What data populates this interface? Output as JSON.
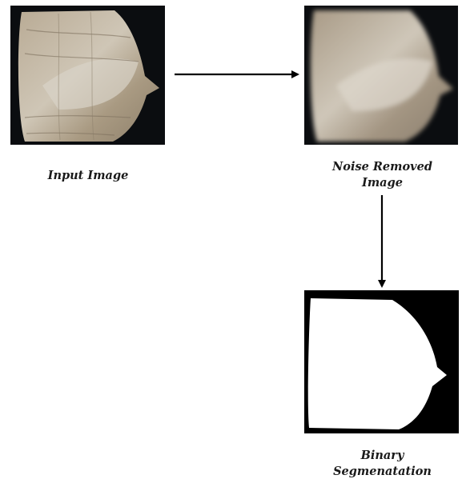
{
  "steps": [
    {
      "id": "input",
      "label": "Input Image"
    },
    {
      "id": "noise_removed",
      "label_line1": "Noise Removed",
      "label_line2": "Image"
    },
    {
      "id": "binary",
      "label_line1": "Binary",
      "label_line2": "Segmenatation"
    }
  ],
  "flow": [
    {
      "from": "Input Image",
      "to": "Noise Removed Image"
    },
    {
      "from": "Noise Removed Image",
      "to": "Binary Segmenatation"
    }
  ],
  "colors": {
    "panel_background": "#0b0d10",
    "arrow": "#000000",
    "segmentation_foreground": "#ffffff"
  }
}
